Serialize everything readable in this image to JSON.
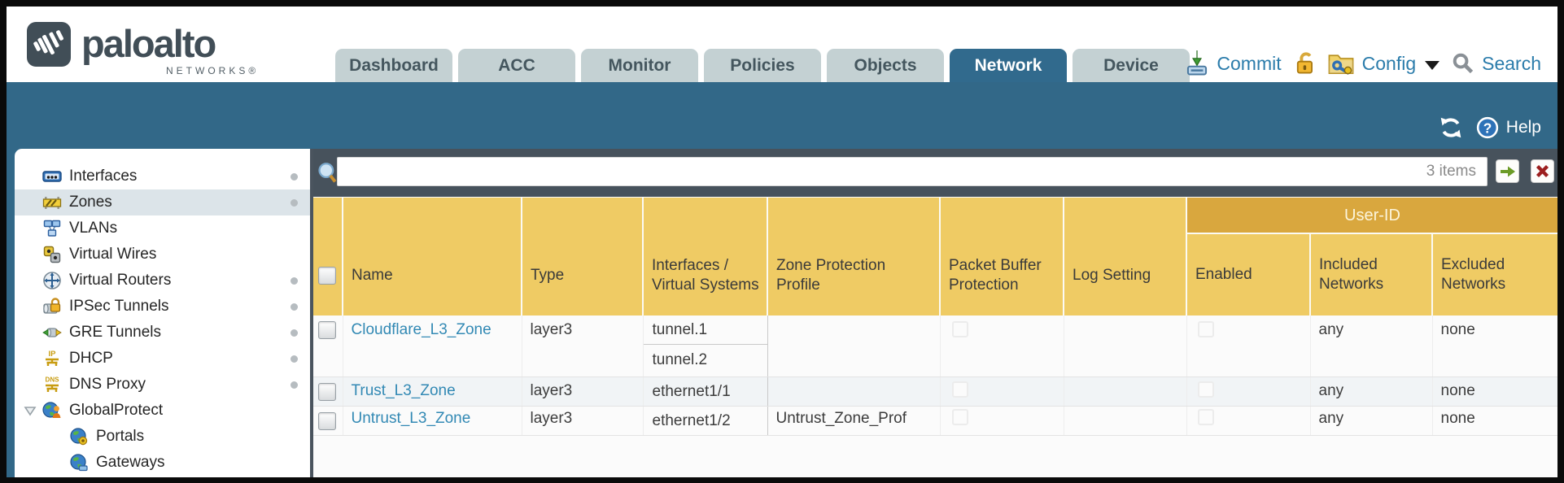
{
  "colors": {
    "teal_band": "#326888",
    "toolbar_dark": "#47525c",
    "header_amber": "#efcb64",
    "group_amber": "#d9a73e",
    "link_blue": "#2b7cab",
    "zone_link": "#3289b4",
    "tab_gray": "#c4d1d3"
  },
  "header": {
    "logo": {
      "brand": "paloalto",
      "sub": "NETWORKS®"
    },
    "tabs": [
      {
        "label": "Dashboard",
        "active": false
      },
      {
        "label": "ACC",
        "active": false
      },
      {
        "label": "Monitor",
        "active": false
      },
      {
        "label": "Policies",
        "active": false
      },
      {
        "label": "Objects",
        "active": false
      },
      {
        "label": "Network",
        "active": true
      },
      {
        "label": "Device",
        "active": false
      }
    ],
    "actions": {
      "commit": "Commit",
      "config": "Config",
      "search": "Search"
    }
  },
  "banner": {
    "help_label": "Help"
  },
  "toolbar": {
    "search_value": "",
    "search_placeholder": "",
    "items_count": "3 items"
  },
  "sidebar": {
    "items": [
      {
        "label": "Interfaces",
        "icon": "interfaces-icon",
        "dot": true
      },
      {
        "label": "Zones",
        "icon": "zones-icon",
        "dot": true,
        "selected": true
      },
      {
        "label": "VLANs",
        "icon": "vlans-icon"
      },
      {
        "label": "Virtual Wires",
        "icon": "virtual-wires-icon"
      },
      {
        "label": "Virtual Routers",
        "icon": "virtual-routers-icon",
        "dot": true
      },
      {
        "label": "IPSec Tunnels",
        "icon": "ipsec-tunnels-icon",
        "dot": true
      },
      {
        "label": "GRE Tunnels",
        "icon": "gre-tunnels-icon"
      },
      {
        "label": "DHCP",
        "icon": "dhcp-icon",
        "dot": true
      },
      {
        "label": "DNS Proxy",
        "icon": "dns-proxy-icon",
        "dot": true
      },
      {
        "label": "GlobalProtect",
        "icon": "globalprotect-icon",
        "expanded": true
      },
      {
        "label": "Portals",
        "icon": "portals-icon",
        "child": true
      },
      {
        "label": "Gateways",
        "icon": "gateways-icon",
        "child": true
      }
    ]
  },
  "table": {
    "group_header": "User-ID",
    "columns": [
      "Name",
      "Type",
      "Interfaces / Virtual Systems",
      "Zone Protection Profile",
      "Packet Buffer Protection",
      "Log Setting",
      "Enabled",
      "Included Networks",
      "Excluded Networks"
    ],
    "rows": [
      {
        "name": "Cloudflare_L3_Zone",
        "type": "layer3",
        "interfaces": [
          "tunnel.1",
          "tunnel.2"
        ],
        "zone_protection_profile": "",
        "packet_buffer_protection": false,
        "log_setting": "",
        "user_id_enabled": false,
        "included_networks": "any",
        "excluded_networks": "none"
      },
      {
        "name": "Trust_L3_Zone",
        "type": "layer3",
        "interfaces": [
          "ethernet1/1"
        ],
        "zone_protection_profile": "",
        "packet_buffer_protection": false,
        "log_setting": "",
        "user_id_enabled": false,
        "included_networks": "any",
        "excluded_networks": "none"
      },
      {
        "name": "Untrust_L3_Zone",
        "type": "layer3",
        "interfaces": [
          "ethernet1/2"
        ],
        "zone_protection_profile": "Untrust_Zone_Prof",
        "packet_buffer_protection": false,
        "log_setting": "",
        "user_id_enabled": false,
        "included_networks": "any",
        "excluded_networks": "none"
      }
    ]
  }
}
